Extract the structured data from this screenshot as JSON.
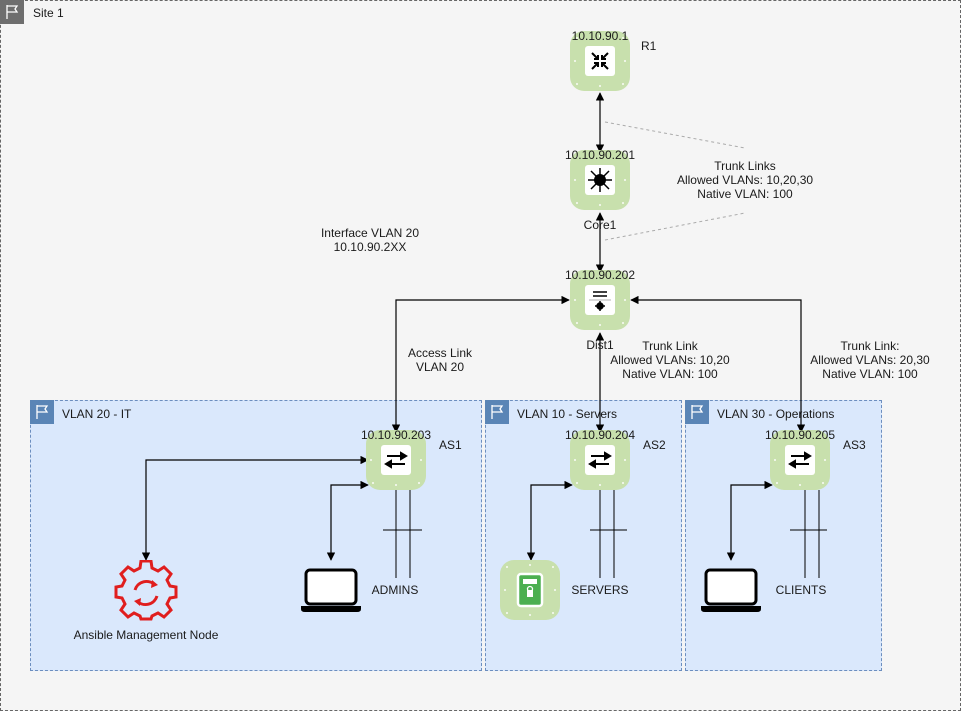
{
  "site": {
    "title": "Site 1"
  },
  "groups": {
    "vlan20": {
      "title": "VLAN 20 - IT"
    },
    "vlan10": {
      "title": "VLAN 10 - Servers"
    },
    "vlan30": {
      "title": "VLAN 30 - Operations"
    }
  },
  "nodes": {
    "r1": {
      "ip": "10.10.90.1",
      "name": "R1",
      "icon": "router-icon"
    },
    "core1": {
      "ip": "10.10.90.201",
      "name": "Core1",
      "icon": "core-switch-icon"
    },
    "dist1": {
      "ip": "10.10.90.202",
      "name": "Dist1",
      "icon": "distribution-switch-icon"
    },
    "as1": {
      "ip": "10.10.90.203",
      "name": "AS1",
      "icon": "access-switch-icon"
    },
    "as2": {
      "ip": "10.10.90.204",
      "name": "AS2",
      "icon": "access-switch-icon"
    },
    "as3": {
      "ip": "10.10.90.205",
      "name": "AS3",
      "icon": "access-switch-icon"
    },
    "ansible": {
      "label": "Ansible Management Node",
      "icon": "gear-sync-icon",
      "color": "#e01e1e"
    },
    "admins": {
      "label": "ADMINS",
      "icon": "laptop-icon"
    },
    "servers": {
      "label": "SERVERS",
      "icon": "server-icon"
    },
    "clients": {
      "label": "CLIENTS",
      "icon": "laptop-icon"
    }
  },
  "annotations": {
    "trunk_core": "Trunk Links\nAllowed VLANs: 10,20,30\nNative VLAN: 100",
    "interface_vlan": "Interface VLAN 20\n10.10.90.2XX",
    "access_link": "Access Link\nVLAN 20",
    "trunk_as2": "Trunk Link\nAllowed VLANs: 10,20\nNative VLAN: 100",
    "trunk_as3": "Trunk Link:\nAllowed VLANs: 20,30\nNative VLAN: 100"
  },
  "colors": {
    "node_fill": "#c8e0ad",
    "vlan_fill": "#dae8fc",
    "vlan_border": "#6c8ebf",
    "site_fill": "#f5f5f5"
  }
}
